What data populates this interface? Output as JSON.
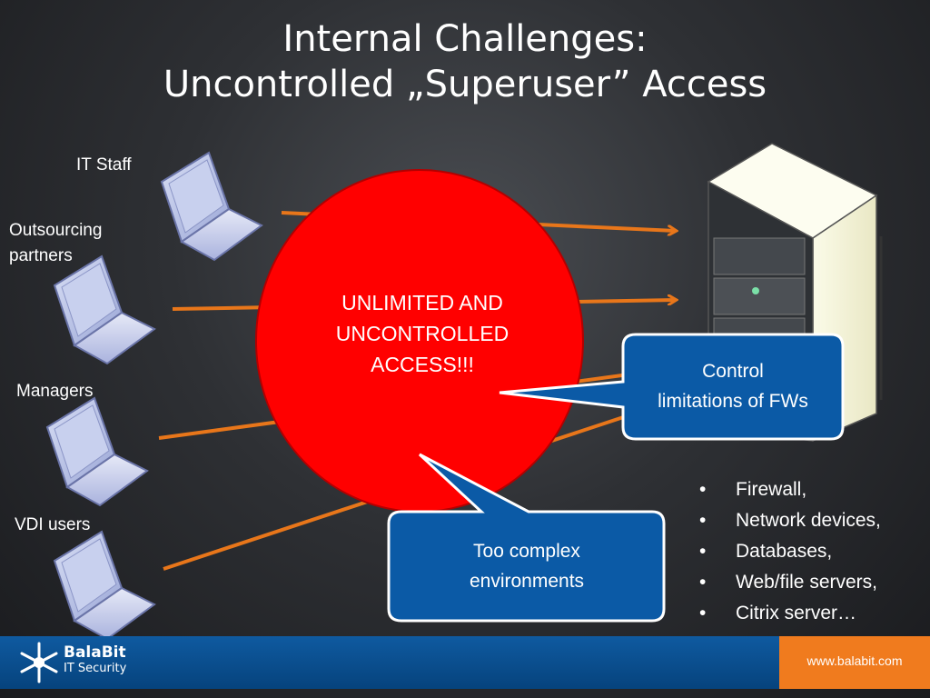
{
  "slide": {
    "title_line1": "Internal Challenges:",
    "title_line2": "Uncontrolled „Superuser” Access"
  },
  "users": [
    {
      "label": "IT Staff"
    },
    {
      "label": "Outsourcing\npartners"
    },
    {
      "label": "Managers"
    },
    {
      "label": "VDI users"
    }
  ],
  "center": {
    "line1": "UNLIMITED AND",
    "line2": "UNCONTROLLED",
    "line3": "ACCESS!!!",
    "color": "#ff0000"
  },
  "callouts": {
    "right": {
      "line1": "Control",
      "line2": "limitations of FWs"
    },
    "bottom": {
      "line1": "Too complex",
      "line2": "environments"
    },
    "color": "#0b5aa6"
  },
  "targets": [
    "Firewall,",
    "Network devices,",
    "Databases,",
    "Web/file servers,",
    "Citrix server…"
  ],
  "footer": {
    "brand_name": "BalaBit",
    "brand_sub": "IT Security",
    "url": "www.balabit.com",
    "logo_icon": "balabit-star-icon"
  },
  "arrow_color": "#e8761a"
}
